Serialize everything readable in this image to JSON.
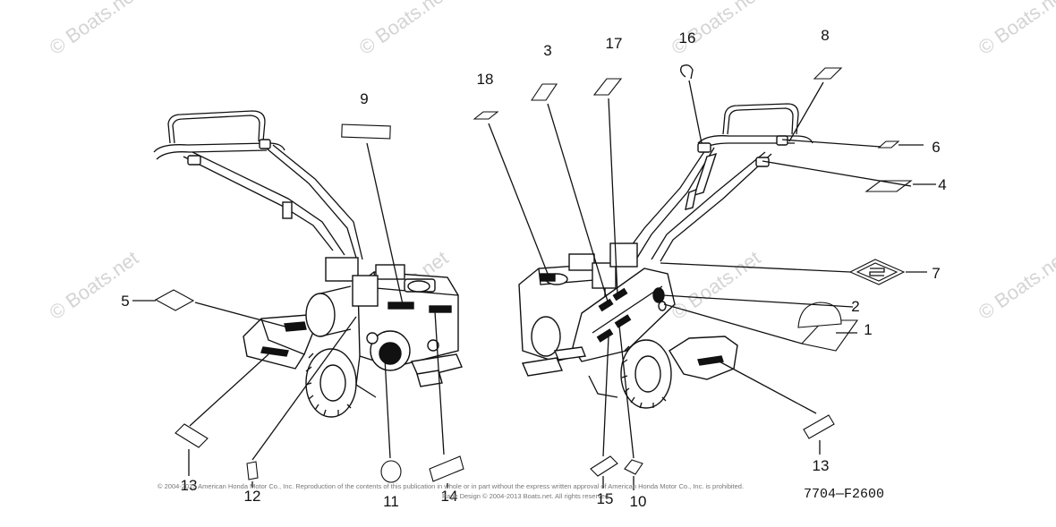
{
  "watermarks": [
    "© Boats.net",
    "© Boats.net",
    "© Boats.net",
    "© Boats.net",
    "© Boats.net",
    "© Boats.net",
    "© Boats.net",
    "© Boats.net"
  ],
  "callouts": {
    "c1": "1",
    "c2": "2",
    "c3": "3",
    "c4": "4",
    "c5": "5",
    "c6": "6",
    "c7": "7",
    "c8": "8",
    "c9": "9",
    "c10": "10",
    "c11": "11",
    "c12": "12",
    "c13a": "13",
    "c13b": "13",
    "c14": "14",
    "c15": "15",
    "c16": "16",
    "c17": "17",
    "c18": "18"
  },
  "diagram_code": "7704—F2600",
  "copyright_line1": "© 2004-2013 American Honda Motor Co., Inc. Reproduction of the contents of this publication in whole or in part without the express written approval of American Honda Motor Co., Inc. is prohibited.",
  "copyright_line2": "Page Design © 2004-2013 Boats.net. All rights reserved."
}
